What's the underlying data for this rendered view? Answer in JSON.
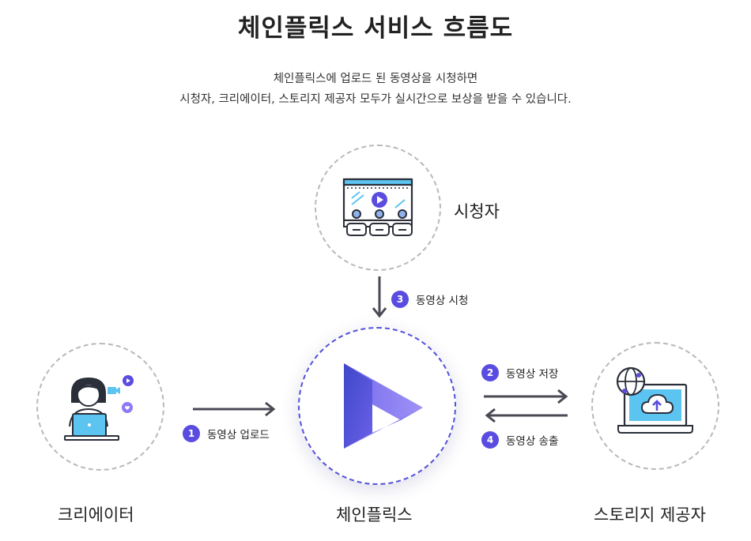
{
  "title": "체인플릭스 서비스 흐름도",
  "subtitle": {
    "line1": "체인플릭스에 업로드 된 동영상을 시청하면",
    "line2": "시청자, 크리에이터, 스토리지 제공자 모두가 실시간으로 보상을 받을 수 있습니다."
  },
  "nodes": {
    "viewer": "시청자",
    "creator": "크리에이터",
    "center": "체인플릭스",
    "storage": "스토리지 제공자"
  },
  "steps": [
    {
      "num": "1",
      "label": "동영상 업로드"
    },
    {
      "num": "2",
      "label": "동영상 저장"
    },
    {
      "num": "3",
      "label": "동영상 시청"
    },
    {
      "num": "4",
      "label": "동영상 송출"
    }
  ],
  "colors": {
    "accent": "#5a4ce0",
    "brand_gradient_start": "#3f47c8",
    "brand_gradient_end": "#8b7cf4",
    "arrow": "#4a4a55",
    "screen_blue": "#5bc4f0"
  },
  "icons": {
    "viewer": "theater-audience-icon",
    "creator": "creator-laptop-icon",
    "center": "play-logo-icon",
    "storage": "cloud-upload-laptop-icon"
  }
}
